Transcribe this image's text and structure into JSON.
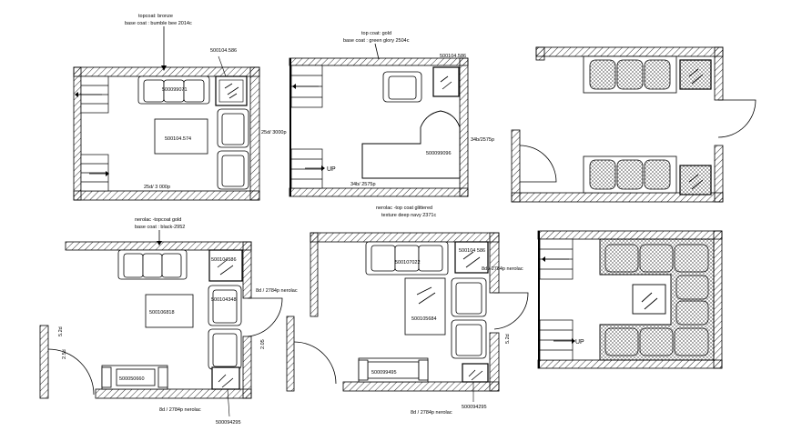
{
  "rooms": [
    {
      "id": "room1",
      "annotations": [
        "topcoat: bronze",
        "base coat : bumble bee 2014c"
      ],
      "codes": [
        "500104.586",
        "500099071",
        "500104.574"
      ],
      "dims": [
        "25d/ 3000p",
        "25d/ 3 000p"
      ]
    },
    {
      "id": "room2",
      "annotations": [
        "top coat: gold",
        "base coat : green glory 2504c"
      ],
      "codes": [
        "500104.586",
        "500099096"
      ],
      "dims": [
        "34b/2575p",
        "34b/ 2575p"
      ],
      "up": "UP"
    },
    {
      "id": "room3"
    },
    {
      "id": "room4",
      "annotations": [
        "nerolac -topcoat gold",
        "base coat : black-2952"
      ],
      "codes": [
        "500104586",
        "500104348",
        "500106818",
        "500050660",
        "500094295"
      ],
      "dims": [
        "8d / 2784p nerolac",
        "8d / 2784p nerolac",
        "5.2d",
        "2.5d",
        "2.05"
      ]
    },
    {
      "id": "room5",
      "annotations": [
        "nerolac -top coat glittered",
        "texture deep navy 2371c"
      ],
      "codes": [
        "500104 586",
        "500107022",
        "500105684",
        "500099495",
        "500094295"
      ],
      "dims": [
        "8d / 2784p nerolac",
        "8d / 2784p nerolac",
        "5.2d"
      ]
    },
    {
      "id": "room6",
      "up": "UP"
    }
  ]
}
